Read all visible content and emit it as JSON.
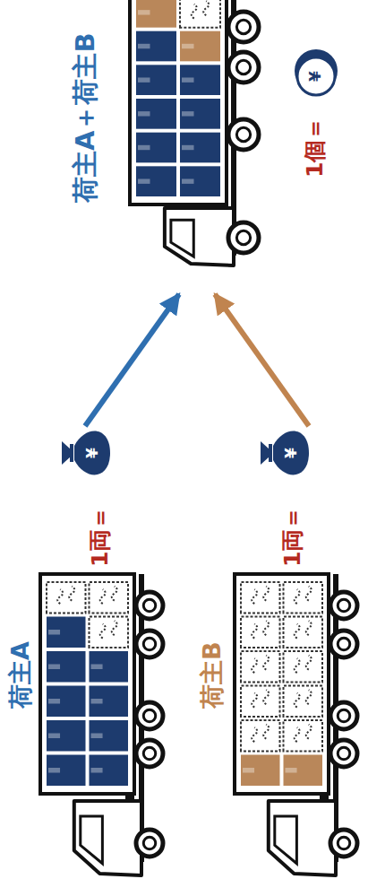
{
  "diagram": {
    "nodes": [
      {
        "text": [
          "荷主A"
        ]
      },
      {
        "text": [
          "荷主B"
        ]
      },
      {
        "text": [
          "荷主A＋荷主B"
        ]
      }
    ],
    "edges": [
      {
        "from": 0,
        "to": 2,
        "arrow": "to"
      },
      {
        "from": 1,
        "to": 2,
        "arrow": "to"
      }
    ],
    "labels": [
      "1両＝",
      "¥",
      "1両＝",
      "¥",
      "1個＝",
      "¥"
    ]
  }
}
